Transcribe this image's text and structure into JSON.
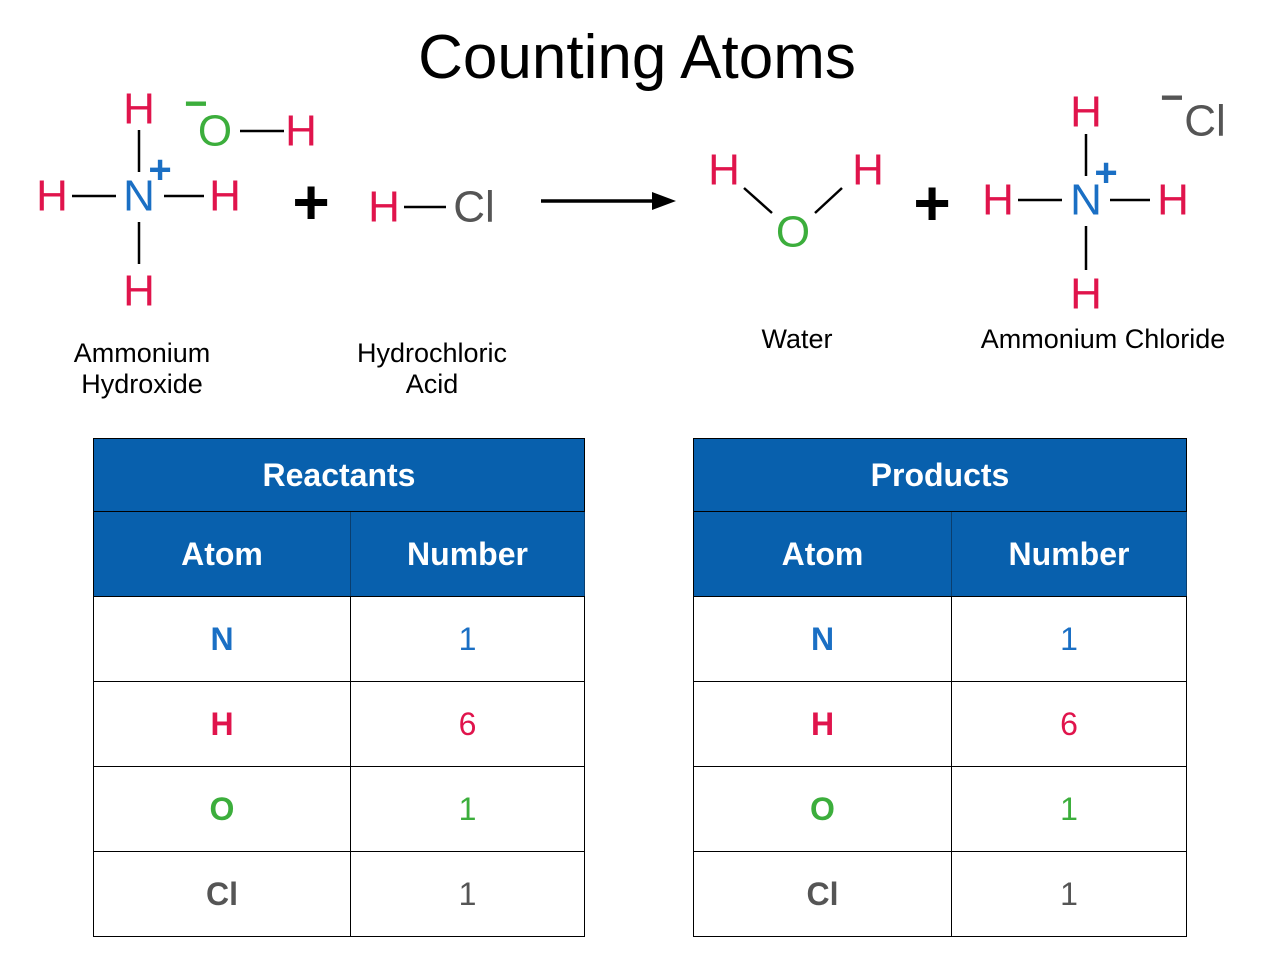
{
  "title": "Counting Atoms",
  "colors": {
    "H": "#e0144c",
    "N": "#1a6fc4",
    "O": "#3cae3c",
    "Cl": "#555555",
    "header_bg": "#0860ad"
  },
  "molecules": {
    "ammonium_hydroxide": {
      "label_line1": "Ammonium",
      "label_line2": "Hydroxide"
    },
    "hydrochloric_acid": {
      "label_line1": "Hydrochloric",
      "label_line2": "Acid"
    },
    "water": {
      "label": "Water"
    },
    "ammonium_chloride": {
      "label": "Ammonium Chloride"
    }
  },
  "symbols": {
    "H": "H",
    "N": "N",
    "O": "O",
    "Cl": "Cl",
    "plus": "+",
    "charge_plus": "+",
    "charge_minus": "−"
  },
  "reactants_table": {
    "title": "Reactants",
    "col_atom": "Atom",
    "col_number": "Number",
    "rows": [
      {
        "atom": "N",
        "number": "1"
      },
      {
        "atom": "H",
        "number": "6"
      },
      {
        "atom": "O",
        "number": "1"
      },
      {
        "atom": "Cl",
        "number": "1"
      }
    ]
  },
  "products_table": {
    "title": "Products",
    "col_atom": "Atom",
    "col_number": "Number",
    "rows": [
      {
        "atom": "N",
        "number": "1"
      },
      {
        "atom": "H",
        "number": "6"
      },
      {
        "atom": "O",
        "number": "1"
      },
      {
        "atom": "Cl",
        "number": "1"
      }
    ]
  }
}
